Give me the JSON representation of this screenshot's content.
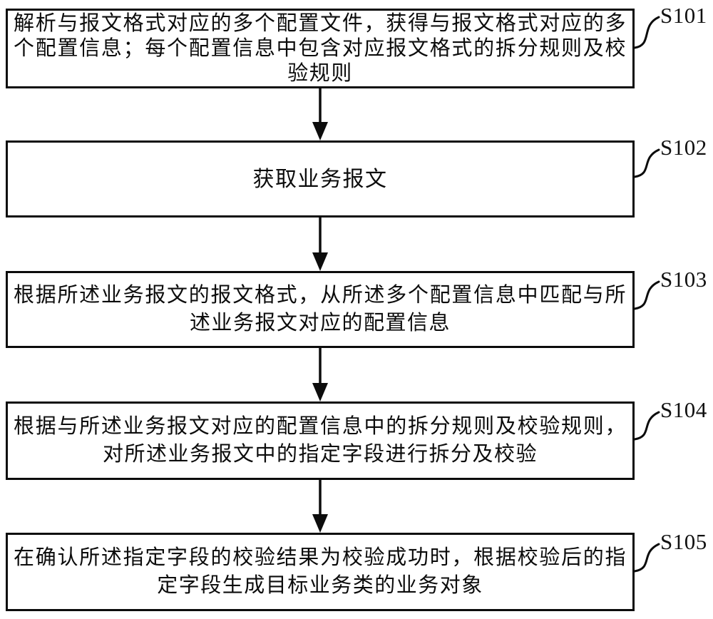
{
  "figure": {
    "type": "flowchart",
    "background_color": "#ffffff",
    "line_color": "#0c0c0c",
    "steps": [
      {
        "id": "S101",
        "lines": [
          "解析与报文格式对应的多个配置文件，获得与报文格式对应的多",
          "个配置信息；每个配置信息中包含对应报文格式的拆分规则及校",
          "验规则"
        ]
      },
      {
        "id": "S102",
        "lines": [
          "获取业务报文"
        ]
      },
      {
        "id": "S103",
        "lines": [
          "根据所述业务报文的报文格式，从所述多个配置信息中匹配与所",
          "述业务报文对应的配置信息"
        ]
      },
      {
        "id": "S104",
        "lines": [
          "根据与所述业务报文对应的配置信息中的拆分规则及校验规则，",
          "对所述业务报文中的指定字段进行拆分及校验"
        ]
      },
      {
        "id": "S105",
        "lines": [
          "在确认所述指定字段的校验结果为校验成功时，根据校验后的指",
          "定字段生成目标业务类的业务对象"
        ]
      }
    ]
  }
}
